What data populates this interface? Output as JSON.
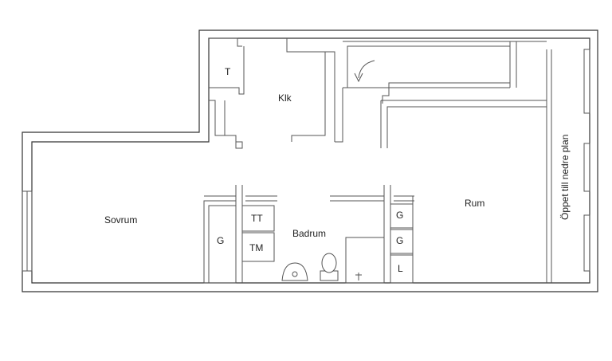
{
  "rooms": {
    "kitchen": "Klk",
    "bedroom": "Sovrum",
    "bathroom": "Badrum",
    "room": "Rum"
  },
  "cabinets": {
    "tall_cabinet": "T",
    "bedroom_wardrobe": "G",
    "bath_tt": "TT",
    "bath_tm": "TM",
    "hall_wardrobe_1": "G",
    "hall_wardrobe_2": "G",
    "hall_linen": "L"
  },
  "notes": {
    "open_to_lower": "Öppet till nedre plan"
  }
}
